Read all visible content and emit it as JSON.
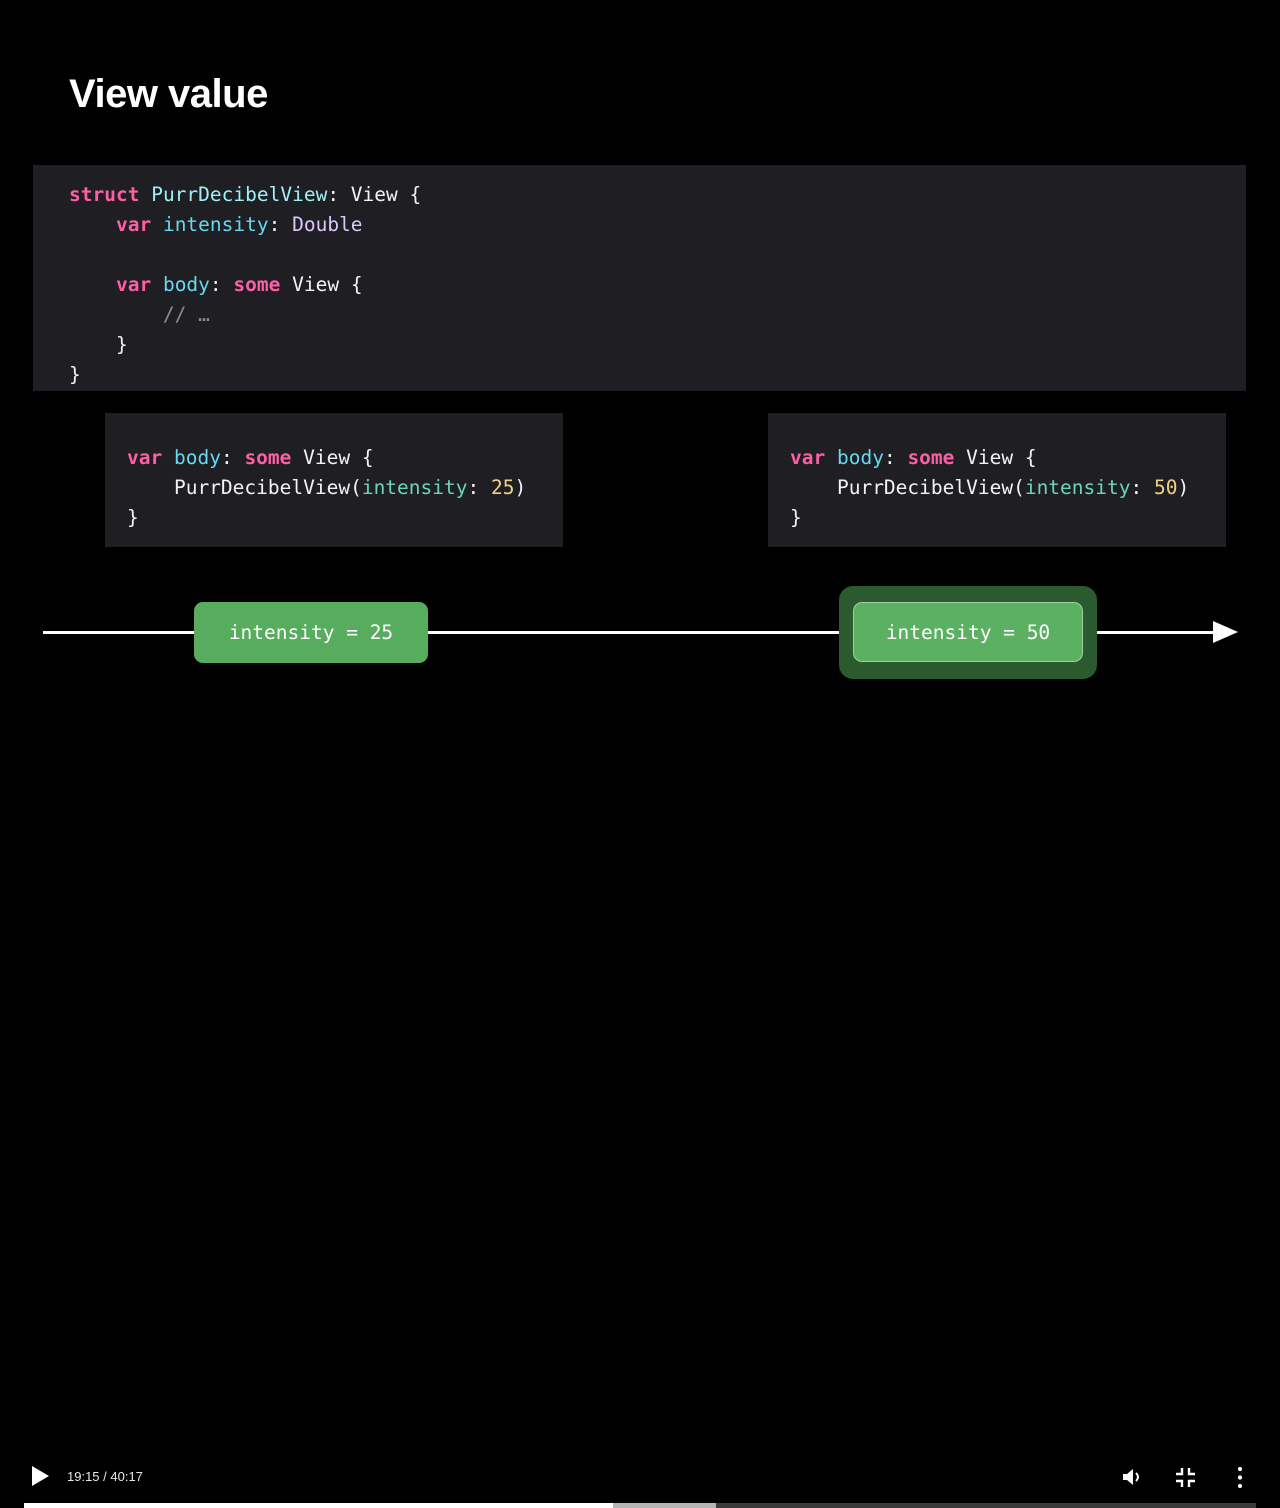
{
  "slide": {
    "title": "View value",
    "background_color": "#000000",
    "code_block_bg": "#1e1e23",
    "accent_green": "#57ac5e",
    "highlight_halo": "#2c5a2f"
  },
  "code_main": {
    "lines": [
      [
        {
          "t": "struct",
          "c": "kw"
        },
        {
          "t": " ",
          "c": "plain"
        },
        {
          "t": "PurrDecibelView",
          "c": "type"
        },
        {
          "t": ": ",
          "c": "plain"
        },
        {
          "t": "View",
          "c": "plain"
        },
        {
          "t": " {",
          "c": "plain"
        }
      ],
      [
        {
          "t": "    ",
          "c": "plain"
        },
        {
          "t": "var",
          "c": "kw"
        },
        {
          "t": " ",
          "c": "plain"
        },
        {
          "t": "intensity",
          "c": "prop"
        },
        {
          "t": ": ",
          "c": "plain"
        },
        {
          "t": "Double",
          "c": "val"
        }
      ],
      [],
      [
        {
          "t": "    ",
          "c": "plain"
        },
        {
          "t": "var",
          "c": "kw"
        },
        {
          "t": " ",
          "c": "plain"
        },
        {
          "t": "body",
          "c": "prop"
        },
        {
          "t": ": ",
          "c": "plain"
        },
        {
          "t": "some",
          "c": "kw"
        },
        {
          "t": " ",
          "c": "plain"
        },
        {
          "t": "View",
          "c": "plain"
        },
        {
          "t": " {",
          "c": "plain"
        }
      ],
      [
        {
          "t": "        ",
          "c": "plain"
        },
        {
          "t": "// …",
          "c": "com"
        }
      ],
      [
        {
          "t": "    }",
          "c": "plain"
        }
      ],
      [
        {
          "t": "}",
          "c": "plain"
        }
      ]
    ]
  },
  "code_left": {
    "lines": [
      [
        {
          "t": "var",
          "c": "kw"
        },
        {
          "t": " ",
          "c": "plain"
        },
        {
          "t": "body",
          "c": "prop"
        },
        {
          "t": ": ",
          "c": "plain"
        },
        {
          "t": "some",
          "c": "kw"
        },
        {
          "t": " ",
          "c": "plain"
        },
        {
          "t": "View",
          "c": "plain"
        },
        {
          "t": " {",
          "c": "plain"
        }
      ],
      [
        {
          "t": "    ",
          "c": "plain"
        },
        {
          "t": "PurrDecibelView",
          "c": "plain"
        },
        {
          "t": "(",
          "c": "plain"
        },
        {
          "t": "intensity",
          "c": "arg"
        },
        {
          "t": ": ",
          "c": "plain"
        },
        {
          "t": "25",
          "c": "num"
        },
        {
          "t": ")",
          "c": "plain"
        }
      ],
      [
        {
          "t": "}",
          "c": "plain"
        }
      ]
    ]
  },
  "code_right": {
    "lines": [
      [
        {
          "t": "var",
          "c": "kw"
        },
        {
          "t": " ",
          "c": "plain"
        },
        {
          "t": "body",
          "c": "prop"
        },
        {
          "t": ": ",
          "c": "plain"
        },
        {
          "t": "some",
          "c": "kw"
        },
        {
          "t": " ",
          "c": "plain"
        },
        {
          "t": "View",
          "c": "plain"
        },
        {
          "t": " {",
          "c": "plain"
        }
      ],
      [
        {
          "t": "    ",
          "c": "plain"
        },
        {
          "t": "PurrDecibelView",
          "c": "plain"
        },
        {
          "t": "(",
          "c": "plain"
        },
        {
          "t": "intensity",
          "c": "arg"
        },
        {
          "t": ": ",
          "c": "plain"
        },
        {
          "t": "50",
          "c": "num"
        },
        {
          "t": ")",
          "c": "plain"
        }
      ],
      [
        {
          "t": "}",
          "c": "plain"
        }
      ]
    ]
  },
  "timeline": {
    "badge_left_label": "intensity = 25",
    "badge_right_label": "intensity = 50",
    "badge_right_highlighted": true
  },
  "player": {
    "play_icon": "play-icon",
    "current_time": "19:15",
    "total_time": "40:17",
    "time_display": "19:15 / 40:17",
    "volume_icon": "volume-icon",
    "fullscreen_icon": "exit-fullscreen-icon",
    "menu_icon": "more-vertical-icon",
    "progress_percent": 47.8,
    "buffered_percent": 56.2
  }
}
